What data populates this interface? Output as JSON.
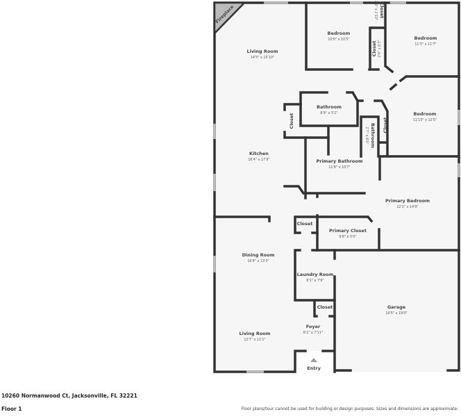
{
  "address": "10260 Normanwood Ct, Jacksonville, FL 32221",
  "floor": "Floor 1",
  "disclaimer": "Floor plans/tour cannot be used for building or design purposes. Sizes and dimensions are approximate.",
  "rooms": {
    "fireplace": {
      "name": "Fireplace"
    },
    "living_room": {
      "name": "Living Room",
      "dims": "14'5\" x 15'10\""
    },
    "bedroom_1": {
      "name": "Bedroom",
      "dims": "10'0\" x 10'5\""
    },
    "closet_1": {
      "name": "Closet",
      "dims": "2'0\" x 2'10\""
    },
    "closet_2": {
      "name": "Closet",
      "dims": "2'0\" x 6'3\""
    },
    "bedroom_2": {
      "name": "Bedroom",
      "dims": "11'3\" x 11'7\""
    },
    "bathroom": {
      "name": "Bathroom",
      "dims": "8'9\" x 5'1\""
    },
    "closet_3": {
      "name": "Closet"
    },
    "bathroom_2": {
      "name": "Bathroom",
      "dims": "2'7\" x 6'0\""
    },
    "closet_4": {
      "name": "Closet"
    },
    "bedroom_3": {
      "name": "Bedroom",
      "dims": "11'10\" x 12'5\""
    },
    "kitchen": {
      "name": "Kitchen",
      "dims": "16'4\" x 17'9\""
    },
    "primary_bathroom": {
      "name": "Primary Bathroom",
      "dims": "11'8\" x 10'7\""
    },
    "primary_bedroom": {
      "name": "Primary Bedroom",
      "dims": "22'2\" x 14'9\""
    },
    "closet_5": {
      "name": "Closet"
    },
    "primary_closet": {
      "name": "Primary Closet",
      "dims": "9'8\" x 5'0\""
    },
    "dining_room": {
      "name": "Dining Room",
      "dims": "16'4\" x 13'3\""
    },
    "laundry_room": {
      "name": "Laundry Room",
      "dims": "6'1\" x 7'9\""
    },
    "closet_6": {
      "name": "Closet"
    },
    "garage": {
      "name": "Garage",
      "dims": "19'5\" x 19'0\""
    },
    "foyer": {
      "name": "Foyer",
      "dims": "6'1\" x 7'11\""
    },
    "living_room_2": {
      "name": "Living Room",
      "dims": "12'7\" x 11'1\""
    },
    "entry": {
      "name": "Entry"
    }
  }
}
